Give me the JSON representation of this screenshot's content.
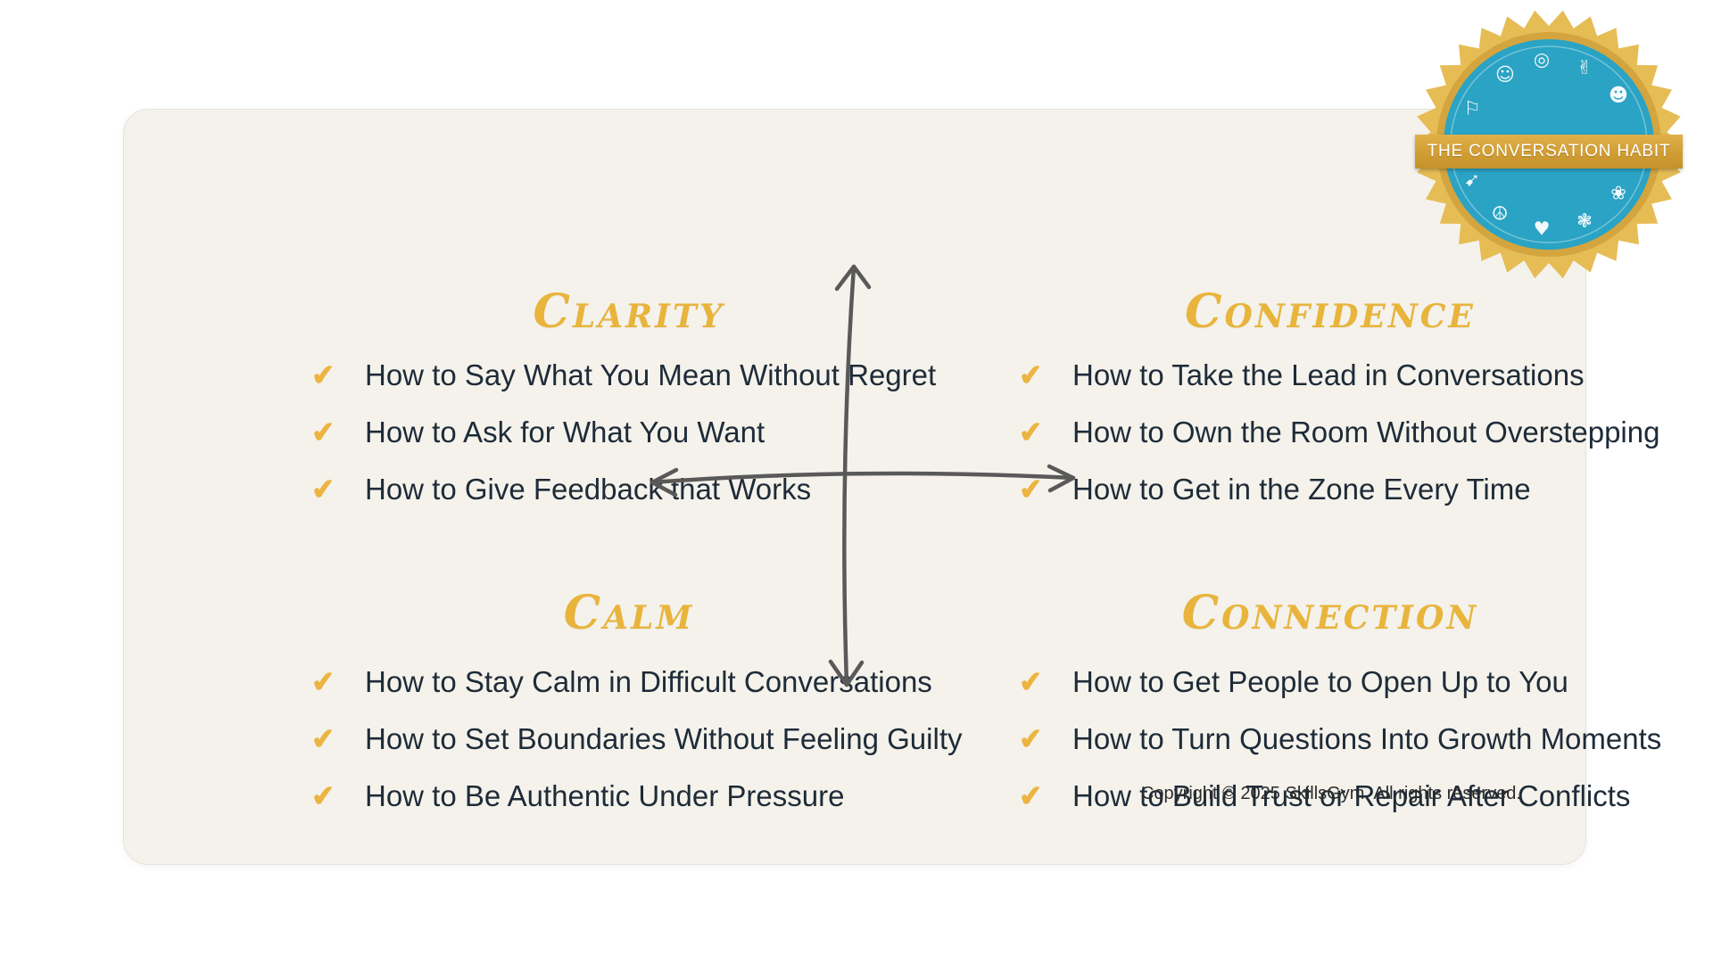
{
  "badge": {
    "ribbon_text": "THE CONVERSATION HABIT",
    "icons": [
      {
        "name": "megaphone-icon",
        "glyph": "⚐"
      },
      {
        "name": "brain-icon",
        "glyph": "☺"
      },
      {
        "name": "target-icon",
        "glyph": "◎"
      },
      {
        "name": "handshake-icon",
        "glyph": "✌"
      },
      {
        "name": "people-icon",
        "glyph": "☻"
      },
      {
        "name": "archer-icon",
        "glyph": "➹"
      },
      {
        "name": "meditation-icon",
        "glyph": "☮"
      },
      {
        "name": "chat-heart-icon",
        "glyph": "♥"
      },
      {
        "name": "network-icon",
        "glyph": "❃"
      },
      {
        "name": "flower-icon",
        "glyph": "❀"
      }
    ]
  },
  "glyphs": {
    "check": "✔"
  },
  "quadrants": [
    {
      "title": "Clarity",
      "items": [
        "How to Say What You Mean Without Regret",
        "How to Ask for What You Want",
        "How to Give Feedback that Works"
      ]
    },
    {
      "title": "Confidence",
      "items": [
        "How to Take the Lead in Conversations",
        "How to Own the Room Without Overstepping",
        "How to Get in the Zone Every Time"
      ]
    },
    {
      "title": "Calm",
      "items": [
        "How to Stay Calm in Difficult Conversations",
        "How to Set Boundaries Without Feeling Guilty",
        "How to Be Authentic Under Pressure"
      ]
    },
    {
      "title": "Connection",
      "items": [
        "How to Get People to Open Up to You",
        "How to Turn Questions Into Growth Moments",
        "How to Build Trust or Repair After Conflicts"
      ]
    }
  ],
  "footer": {
    "copyright": "Copyright © 2025 SkillsGym. All rights reserved."
  },
  "colors": {
    "accent_gold": "#E9B43B",
    "badge_teal": "#2AA3C4",
    "text": "#1E2B38",
    "card_background": "#F4F2EB"
  }
}
